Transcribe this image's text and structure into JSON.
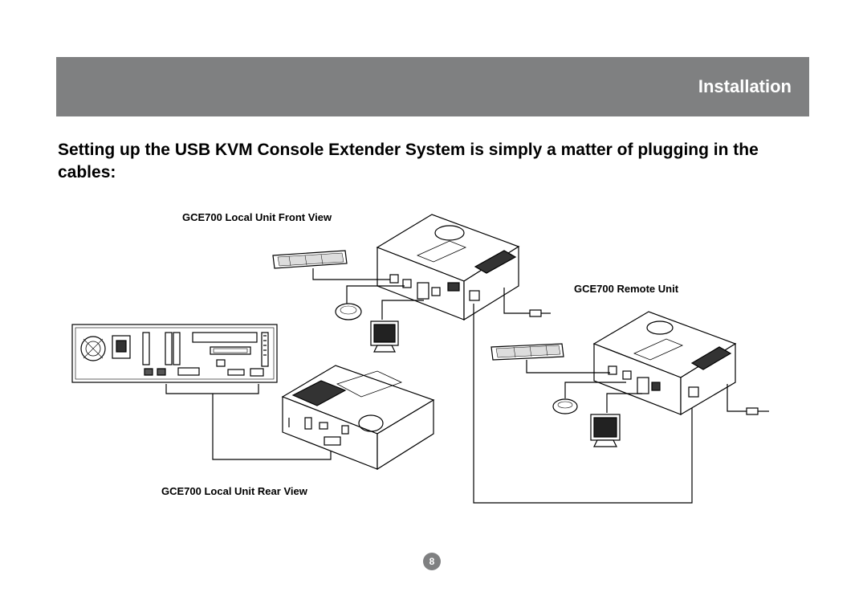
{
  "header": {
    "title": "Installation",
    "bar_color": "#7f8081"
  },
  "heading": "Setting up the USB KVM Console Extender System is simply a matter of plugging in the cables:",
  "diagram": {
    "captions": {
      "local_front": "GCE700 Local Unit Front View",
      "remote": "GCE700 Remote Unit",
      "local_rear": "GCE700 Local Unit Rear View"
    },
    "icons": [
      "computer-rear-panel-icon",
      "keyboard-icon",
      "mouse-icon",
      "monitor-icon",
      "kvm-unit-icon",
      "power-adapter-icon"
    ]
  },
  "page_number": "8"
}
